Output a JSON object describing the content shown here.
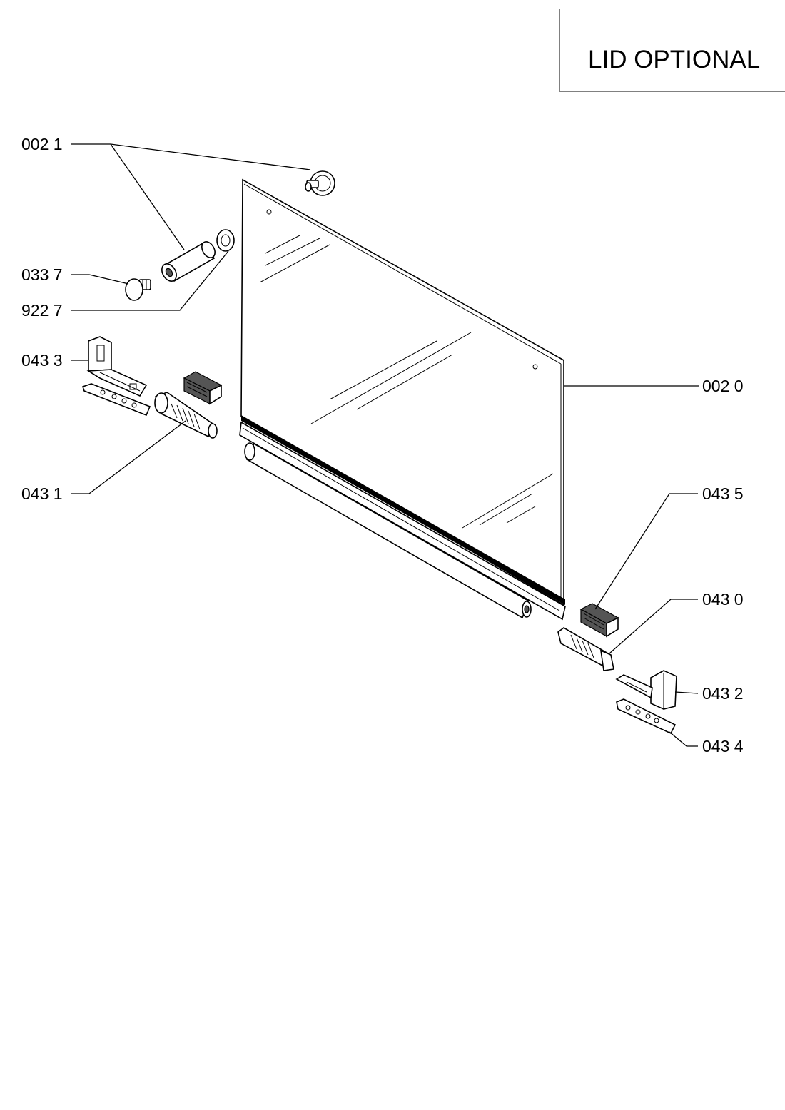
{
  "title": "LID OPTIONAL",
  "callouts": {
    "c0021": "002 1",
    "c0337": "033 7",
    "c9227": "922 7",
    "c0433": "043 3",
    "c0431": "043 1",
    "c0020": "002 0",
    "c0435": "043 5",
    "c0430": "043 0",
    "c0432": "043 2",
    "c0434": "043 4"
  },
  "colors": {
    "line": "#000000",
    "background": "#ffffff",
    "shade": "#555555"
  }
}
